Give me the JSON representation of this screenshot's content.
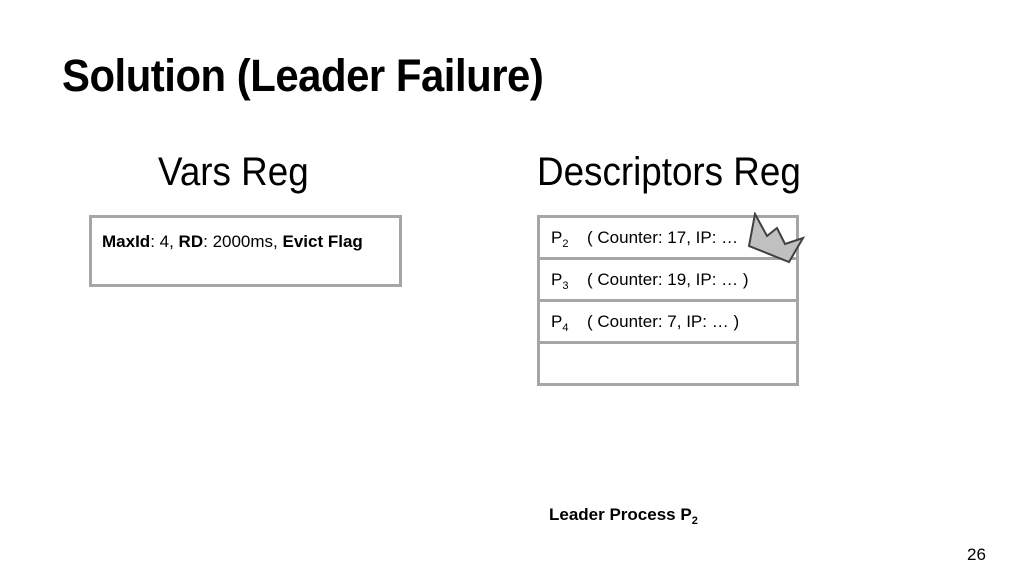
{
  "slide": {
    "title": "Solution (Leader Failure)",
    "page_number": "26"
  },
  "vars_reg": {
    "heading": "Vars Reg",
    "fields": [
      {
        "key": "MaxId",
        "sep": ": ",
        "value": "4, "
      },
      {
        "key": "RD",
        "sep": ": ",
        "value": "2000ms, "
      },
      {
        "key": "Evict Flag",
        "sep": "",
        "value": ""
      }
    ]
  },
  "descriptors_reg": {
    "heading": "Descriptors Reg",
    "rows": [
      {
        "p": "P",
        "sub": "2",
        "text": "( Counter: 17, IP: …"
      },
      {
        "p": "P",
        "sub": "3",
        "text": "( Counter: 19, IP: … )"
      },
      {
        "p": "P",
        "sub": "4",
        "text": "( Counter: 7, IP: … )"
      },
      {
        "p": "",
        "sub": "",
        "text": ""
      }
    ]
  },
  "leader": {
    "label": "Leader Process P",
    "sub": "2",
    "icon": "crown-icon"
  },
  "colors": {
    "border": "#a6a6a6",
    "crown_fill": "#c0c0c0",
    "crown_stroke": "#404040"
  }
}
